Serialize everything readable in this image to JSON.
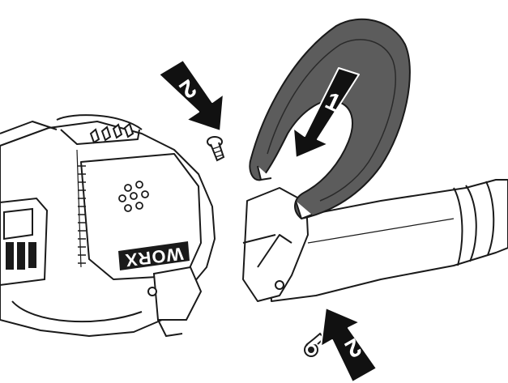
{
  "figure": {
    "brand_label": "WORX",
    "steps": [
      {
        "number": "1",
        "description_icon": "arrow-slide-guard-icon"
      },
      {
        "number": "2",
        "description_icon": "arrow-screw-top-icon"
      },
      {
        "number": "2",
        "description_icon": "arrow-screw-bottom-icon"
      }
    ]
  },
  "colors": {
    "guard_fill": "#5c5c5c",
    "outline": "#1a1a1a",
    "arrow": "#111111",
    "body_fill": "#ffffff"
  }
}
